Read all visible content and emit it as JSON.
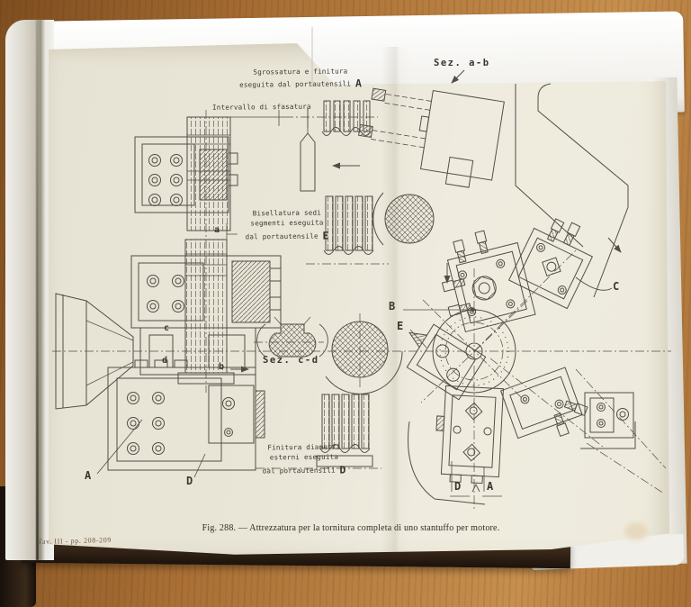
{
  "colors": {
    "wood": "#a96f35",
    "wood-dark": "#7e4e20",
    "wood-light": "#c68f4e",
    "paper-left": "#e7e3d4",
    "paper-right": "#efecdf",
    "ink": "#3a3731",
    "caption-ink": "#2f2b24",
    "cover": "#241a11"
  },
  "book": {
    "caption": "Fig. 288. — Attrezzatura per la tornitura completa di uno stantuffo per motore.",
    "plate_ref": "Tav. III - pp. 208-209"
  },
  "diagram": {
    "annotations": {
      "sgrossatura_line1": "Sgrossatura e finitura",
      "sgrossatura_line2": "eseguita dal portautensili",
      "sgrossatura_ref": "A",
      "intervallo": "Intervallo di sfasatura",
      "sez_ab": "Sez. a-b",
      "bisellatura_line1": "Bisellatura sedi",
      "bisellatura_line2": "segmenti eseguita",
      "bisellatura_line3": "dal portautensile",
      "bisellatura_ref": "E",
      "sez_cd": "Sez. c-d",
      "finitura_line1": "Finitura diametri",
      "finitura_line2": "esterni eseguita",
      "finitura_line3": "dal portautensili",
      "finitura_ref": "D"
    },
    "part_labels": {
      "a": "a",
      "b": "b",
      "c": "c",
      "d": "d",
      "A_left": "A",
      "D_left": "D",
      "B": "B",
      "E": "E",
      "C": "C",
      "D_bottom": "D",
      "A_bottom": "A"
    }
  }
}
